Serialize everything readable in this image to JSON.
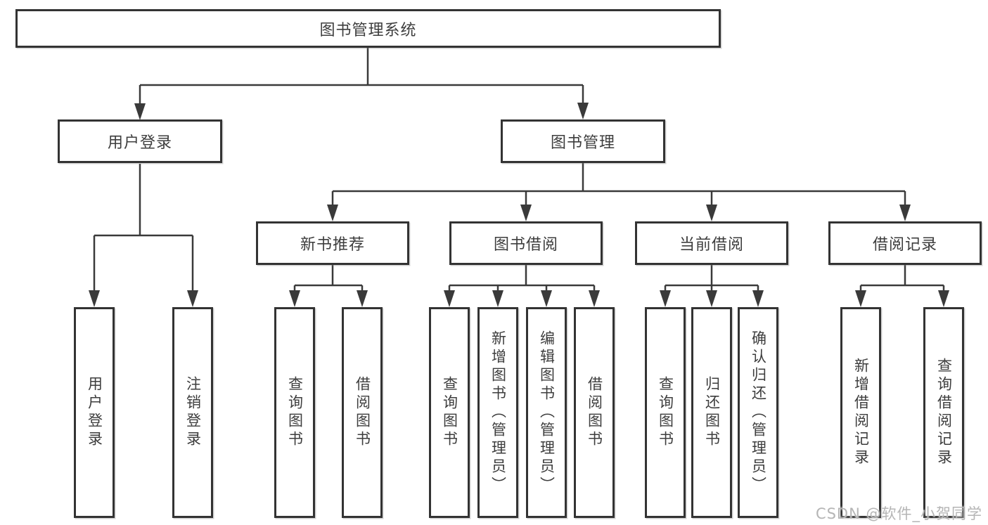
{
  "tree": {
    "label": "图书管理系统",
    "children": [
      {
        "label": "用户登录",
        "children": [
          {
            "label": "用户登录"
          },
          {
            "label": "注销登录"
          }
        ]
      },
      {
        "label": "图书管理",
        "children": [
          {
            "label": "新书推荐",
            "children": [
              {
                "label": "查询图书"
              },
              {
                "label": "借阅图书"
              }
            ]
          },
          {
            "label": "图书借阅",
            "children": [
              {
                "label": "查询图书"
              },
              {
                "label": "新增图书（管理员）"
              },
              {
                "label": "编辑图书（管理员）"
              },
              {
                "label": "借阅图书"
              }
            ]
          },
          {
            "label": "当前借阅",
            "children": [
              {
                "label": "查询图书"
              },
              {
                "label": "归还图书"
              },
              {
                "label": "确认归还（管理员）"
              }
            ]
          },
          {
            "label": "借阅记录",
            "children": [
              {
                "label": "新增借阅记录"
              },
              {
                "label": "查询借阅记录"
              }
            ]
          }
        ]
      }
    ]
  },
  "watermark": {
    "text": "CSDN @软件_小贺同学"
  },
  "colors": {
    "line": "#3a3a3a",
    "box_border": "#333333",
    "text": "#3d3d3d",
    "watermark": "#b5b5b5",
    "background": "#ffffff"
  }
}
